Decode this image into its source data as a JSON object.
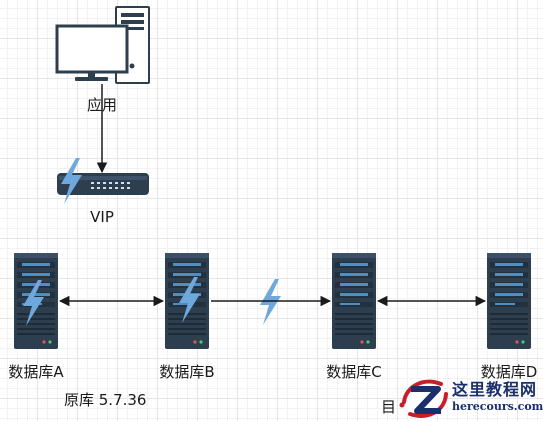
{
  "nodes": {
    "app": {
      "label": "应用"
    },
    "vip": {
      "label": "VIP"
    },
    "db_a": {
      "label": "数据库A",
      "note": "原库 5.7.36"
    },
    "db_b": {
      "label": "数据库B"
    },
    "db_c": {
      "label": "数据库C",
      "note": "目"
    },
    "db_d": {
      "label": "数据库D"
    }
  },
  "edges": [
    {
      "from": "app",
      "to": "vip",
      "style": "arrow"
    },
    {
      "from": "db_a",
      "to": "db_b",
      "style": "bidirectional"
    },
    {
      "from": "db_b",
      "to": "db_c",
      "style": "arrow"
    },
    {
      "from": "db_c",
      "to": "db_d",
      "style": "bidirectional"
    }
  ],
  "watermark": {
    "title": "这里教程网",
    "url": "herecours.com"
  },
  "colors": {
    "server_body": "#2d3e4f",
    "server_slot": "#4e8fbf",
    "lightning": "#6fa8dc",
    "line": "#1a1a1a"
  },
  "icons": [
    "desktop-computer-icon",
    "network-switch-icon",
    "server-icon",
    "lightning-icon",
    "watermark-logo-icon"
  ]
}
